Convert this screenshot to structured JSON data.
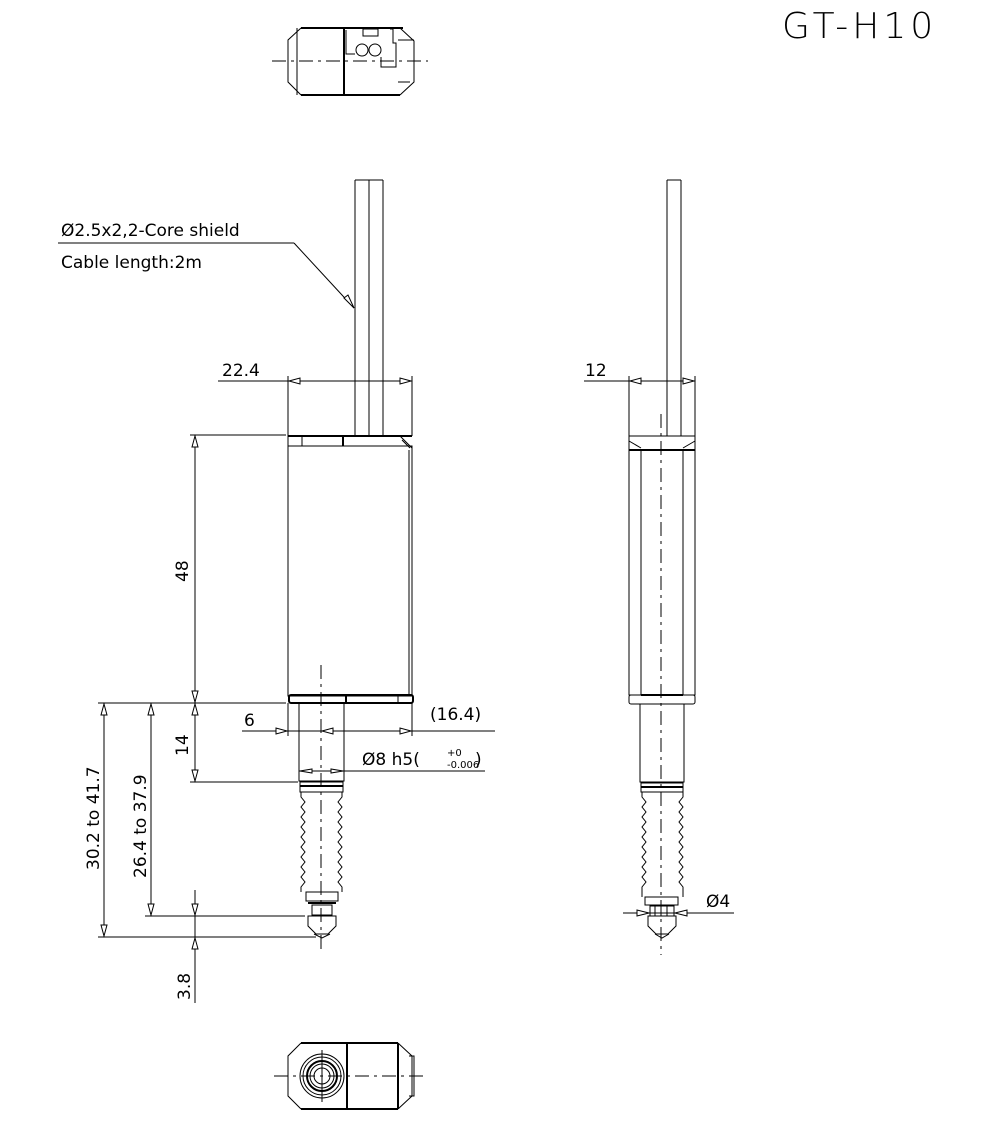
{
  "title": "GT-H10",
  "callout": {
    "line1": "Ø2.5x2,2-Core shield",
    "line2": "Cable length:2m"
  },
  "dimensions": {
    "width_body": "22.4",
    "height_body": "48",
    "stem_length": "14",
    "offset_6": "6",
    "ref_width": "(16.4)",
    "stem_dia": "Ø8 h5(",
    "tol_upper": "+0",
    "tol_lower": "-0.006",
    "tol_close": ")",
    "range_outer": "30.2 to 41.7",
    "range_inner": "26.4 to 37.9",
    "tip": "3.8",
    "side_width": "12",
    "tip_dia": "Ø4"
  },
  "views": [
    "top-view",
    "front-view",
    "side-view",
    "bottom-view"
  ],
  "colors": {
    "line": "#000000",
    "background": "#ffffff"
  }
}
